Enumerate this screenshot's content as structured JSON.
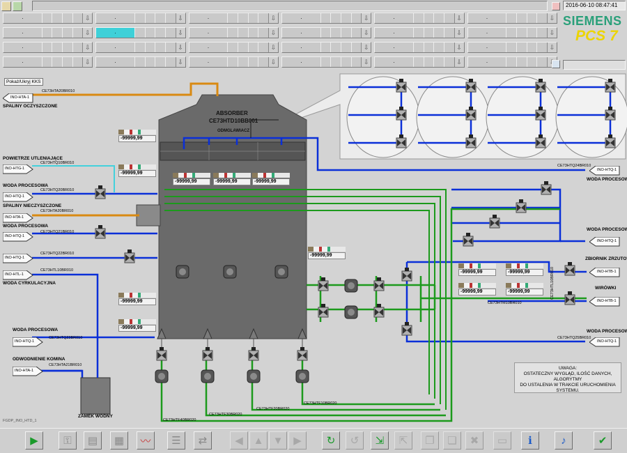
{
  "topbar": {
    "timestamp": "2016-06-10 08:47:41",
    "brand": "SIEMENS",
    "product": "PCS 7"
  },
  "nav_rows": [
    {
      "cells": [
        ".",
        ".",
        ".",
        ".",
        ".",
        "."
      ]
    },
    {
      "cells": [
        ".",
        ".",
        ".",
        ".",
        ".",
        "."
      ]
    },
    {
      "cells": [
        ".",
        ".",
        ".",
        ".",
        ".",
        "."
      ]
    },
    {
      "cells": [
        ".",
        ".",
        ".",
        ".",
        ".",
        "."
      ]
    }
  ],
  "kks_button": "Pokaż/Ukryj KKS",
  "absorber": {
    "title": "ABSORBER",
    "code": "CE73HTD10BB001",
    "demister": "ODMGLAWIACZ"
  },
  "inlets": [
    {
      "title": "SPALINY OCZYSZCZONE",
      "box": "INO-HTA-1",
      "tag": "CE73HTA20BR010"
    },
    {
      "title": "POWIETRZE UTLENIAJĄCE",
      "box": "INO-HTG-1",
      "tag": "CE73HTQ10BR010"
    },
    {
      "title": "WODA PROCESOWA",
      "box": "INO-HTQ-1",
      "tag": "CE73HTQ20BR010"
    },
    {
      "title": "SPALINY NIECZYSZCZONE",
      "box": "INO-HTA-1",
      "tag": "CE73HTA20BR010"
    },
    {
      "title": "WODA PROCESOWA",
      "box": "INO-HTQ-1",
      "tag": "CE73HTQ21BR010"
    },
    {
      "title": "",
      "box": "INO-HTQ-1",
      "tag": "CE73HTQ22BR010"
    },
    {
      "title": "WODA CYRKULACYJNA",
      "box": "INO-HTL-1",
      "tag": "CE73HTL10BR010"
    },
    {
      "title": "WODA PROCESOWA",
      "box": "INO-HTQ-1",
      "tag": "CE73HTQ23BR010"
    },
    {
      "title": "ODWODNIENIE KOMINA",
      "box": "INO-HTA-1",
      "tag": "CE73HTA21BR010"
    }
  ],
  "outlets": [
    {
      "title": "WODA PROCESOWA",
      "box": "INO-HTQ-1",
      "tag": "CE73HTQ24BR010"
    },
    {
      "title": "WODA PROCESOWA",
      "box": "INO-HTQ-1",
      "tag": ""
    },
    {
      "title": "ZBIORNIK ZRZUTOWY",
      "box": "INO-HTB-1",
      "tag": ""
    },
    {
      "title": "WIRÓWKI",
      "box": "INO-HTB-1",
      "tag": "CE73HTM10BR010"
    },
    {
      "title": "WODA PROCESOWA",
      "box": "INO-HTQ-1",
      "tag": "CE73HTQ25BR010"
    }
  ],
  "readout_value": "-99999,99",
  "bottom_tags": [
    "CE73HTF40BR020",
    "CE73HTF30BR020",
    "CE73HTF20BR020",
    "CE73HTF10BR020"
  ],
  "vertical_tag": "CE73HTL10BR010",
  "water_seal": "ZAMEK WODNY",
  "footer_id": "FGDP_INO_HTD_1",
  "notice": {
    "title": "UWAGA:",
    "lines": [
      "OSTATECZNY WYGLĄD, ILOŚĆ DANYCH, ALGORYTMY",
      "DO USTALENIA W TRAKCIE URUCHOMIENIA SYSTEMU."
    ]
  },
  "toolbar_icons": [
    "start-icon",
    "key-icon",
    "report-icon",
    "trend-table-icon",
    "trend-icon",
    "list-icon",
    "transfer-icon",
    "arrow-left-icon",
    "arrow-up-icon",
    "arrow-down-icon",
    "arrow-right-icon",
    "refresh-icon",
    "refresh-alt-icon",
    "import-icon",
    "export-icon",
    "copy-icon",
    "copy-alt-icon",
    "delete-icon",
    "screen-icon",
    "info-icon",
    "speaker-icon",
    "acknowledge-icon"
  ],
  "colors": {
    "background": "#d3d3d3",
    "blue_line": "#0a2fd8",
    "green_line": "#1c9a1c",
    "orange_line": "#d98a12",
    "cyan_line": "#43d1dc",
    "highlight": "#3fd0d8",
    "brand_green": "#2aa07a",
    "brand_yellow": "#ecd400"
  }
}
